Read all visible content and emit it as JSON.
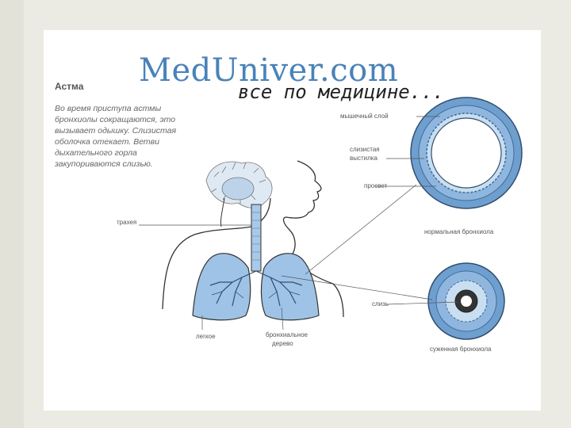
{
  "logo": {
    "text": "MedUniver.com",
    "tagline": "все по медицине..."
  },
  "diagram": {
    "title": "Астма",
    "description": "Во время приступа астмы бронхиолы сокращаются, это вызывает одышку. Слизистая оболочка отекает. Ветви дыхательного горла закупориваются слизью.",
    "labels": {
      "trachea": "трахея",
      "lung": "легкое",
      "bronchial_tree_line1": "бронхиальное",
      "bronchial_tree_line2": "дерево",
      "muscle_layer": "мышечный слой",
      "mucosa_line1": "слизистая",
      "mucosa_line2": "выстилка",
      "lumen": "просвет",
      "normal_bronchiole": "нормальная бронхиола",
      "mucus": "слизь",
      "narrowed_bronchiole": "суженная бронхиола"
    }
  },
  "colors": {
    "logo": "#4a82b8",
    "lung_fill": "#9fc3e6",
    "ring_outer": "#6f9fcf",
    "ring_inner": "#c9def0",
    "background": "#ecebe3"
  }
}
